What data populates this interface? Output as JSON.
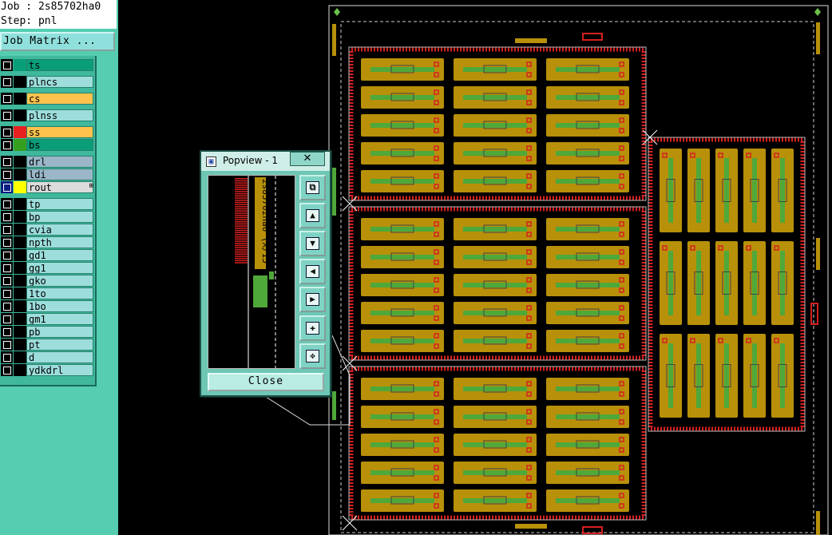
{
  "job_info": {
    "job_line": "Job : 2s85702ha0",
    "step_line": "Step: pnl"
  },
  "toolbar": {
    "job_matrix_label": "Job Matrix ..."
  },
  "layers": [
    {
      "name": "ts",
      "color": "#0a9e78",
      "row_bg": "#0a9e78",
      "checked": false
    },
    {
      "name": "plncs",
      "color": "#000000",
      "row_bg": "#9ddedc",
      "checked": false
    },
    {
      "name": "cs",
      "color": "#000000",
      "row_bg": "#ffc34d",
      "checked": false
    },
    {
      "name": "plnss",
      "color": "#000000",
      "row_bg": "#9ddedc",
      "checked": false
    },
    {
      "name": "ss",
      "color": "#e82020",
      "row_bg": "#ffc34d",
      "checked": false
    },
    {
      "name": "bs",
      "color": "#35a020",
      "row_bg": "#0a9e78",
      "checked": false
    },
    {
      "name": "drl",
      "color": "#000000",
      "row_bg": "#9ab6c8",
      "checked": false
    },
    {
      "name": "ldi",
      "color": "#000000",
      "row_bg": "#9ab6c8",
      "checked": false
    },
    {
      "name": "rout",
      "color": "#ffff00",
      "row_bg": "#dcdcdc",
      "checked": true,
      "marker": "⊞"
    },
    {
      "name": "tp",
      "color": "#000000",
      "row_bg": "#9ddedc",
      "checked": false
    },
    {
      "name": "bp",
      "color": "#000000",
      "row_bg": "#9ddedc",
      "checked": false
    },
    {
      "name": "cvia",
      "color": "#000000",
      "row_bg": "#9ddedc",
      "checked": false
    },
    {
      "name": "npth",
      "color": "#000000",
      "row_bg": "#9ddedc",
      "checked": false
    },
    {
      "name": "gd1",
      "color": "#000000",
      "row_bg": "#9ddedc",
      "checked": false
    },
    {
      "name": "gg1",
      "color": "#000000",
      "row_bg": "#9ddedc",
      "checked": false
    },
    {
      "name": "gko",
      "color": "#000000",
      "row_bg": "#9ddedc",
      "checked": false
    },
    {
      "name": "1to",
      "color": "#000000",
      "row_bg": "#9ddedc",
      "checked": false
    },
    {
      "name": "1bo",
      "color": "#000000",
      "row_bg": "#9ddedc",
      "checked": false
    },
    {
      "name": "gm1",
      "color": "#000000",
      "row_bg": "#9ddedc",
      "checked": false
    },
    {
      "name": "pb",
      "color": "#000000",
      "row_bg": "#9ddedc",
      "checked": false
    },
    {
      "name": "pt",
      "color": "#000000",
      "row_bg": "#9ddedc",
      "checked": false
    },
    {
      "name": "d",
      "color": "#000000",
      "row_bg": "#9ddedc",
      "checked": false
    },
    {
      "name": "ydkdrl",
      "color": "#000000",
      "row_bg": "#9ddedc",
      "checked": false
    }
  ],
  "popview": {
    "title": "Popview - 1",
    "title_close_glyph": "✕",
    "close_label": "Close",
    "buttons": [
      {
        "name": "zoom-window-icon",
        "glyph": "⧉"
      },
      {
        "name": "pan-up-icon",
        "glyph": "▲"
      },
      {
        "name": "pan-down-icon",
        "glyph": "▼"
      },
      {
        "name": "pan-left-icon",
        "glyph": "◀"
      },
      {
        "name": "pan-right-icon",
        "glyph": "▶"
      },
      {
        "name": "zoom-in-icon",
        "glyph": "✚"
      },
      {
        "name": "zoom-out-icon",
        "glyph": "✥"
      }
    ],
    "preview_text": "2s85702ha0 (X/15"
  },
  "colors": {
    "panel_bg": "#55cdb0",
    "canvas_bg": "#000000",
    "unit_fill": "#b8900a",
    "trace_green": "#4fa83a",
    "border_red": "#d42020",
    "outline": "#ffffff"
  }
}
